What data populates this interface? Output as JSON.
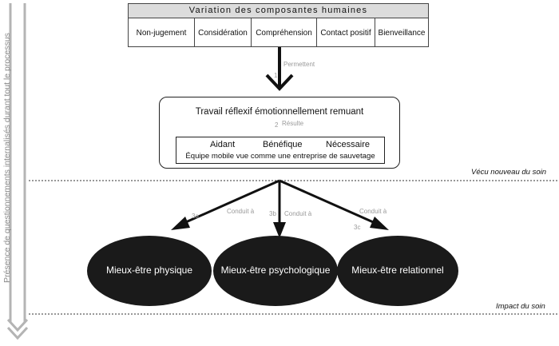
{
  "top_table": {
    "header": "Variation des composantes humaines",
    "cells": [
      "Non-jugement",
      "Considération",
      "Compréhension",
      "Contact positif",
      "Bienveillance"
    ]
  },
  "flow_labels": {
    "permettent_num": "1",
    "permettent": "Permettent",
    "resulte_num": "2",
    "resulte": "Résulte",
    "conduit_a_left_num": "3a",
    "conduit_a_left": "Conduit à",
    "conduit_a_mid_num": "3b",
    "conduit_a_mid": "Conduit à",
    "conduit_a_right_num": "3c",
    "conduit_a_right": "Conduit à"
  },
  "middle_box": {
    "title": "Travail réflexif émotionnellement remuant",
    "qualities": [
      "Aidant",
      "Bénéfique",
      "Nécessaire"
    ],
    "description": "Équipe mobile vue comme une entreprise de sauvetage"
  },
  "section_labels": {
    "vecu": "Vécu nouveau du soin",
    "impact": "Impact du soin"
  },
  "outcomes": [
    "Mieux-être physique",
    "Mieux-être psychologique",
    "Mieux-être relationnel"
  ],
  "side_text": "Présence de questionnements internalisés durant tout le processus",
  "colors": {
    "header_bg": "#dcdcdc",
    "ellipse_fill": "#1a1a1a",
    "side_arrow": "#b4b4b4",
    "label_gray": "#9a9a9a"
  }
}
